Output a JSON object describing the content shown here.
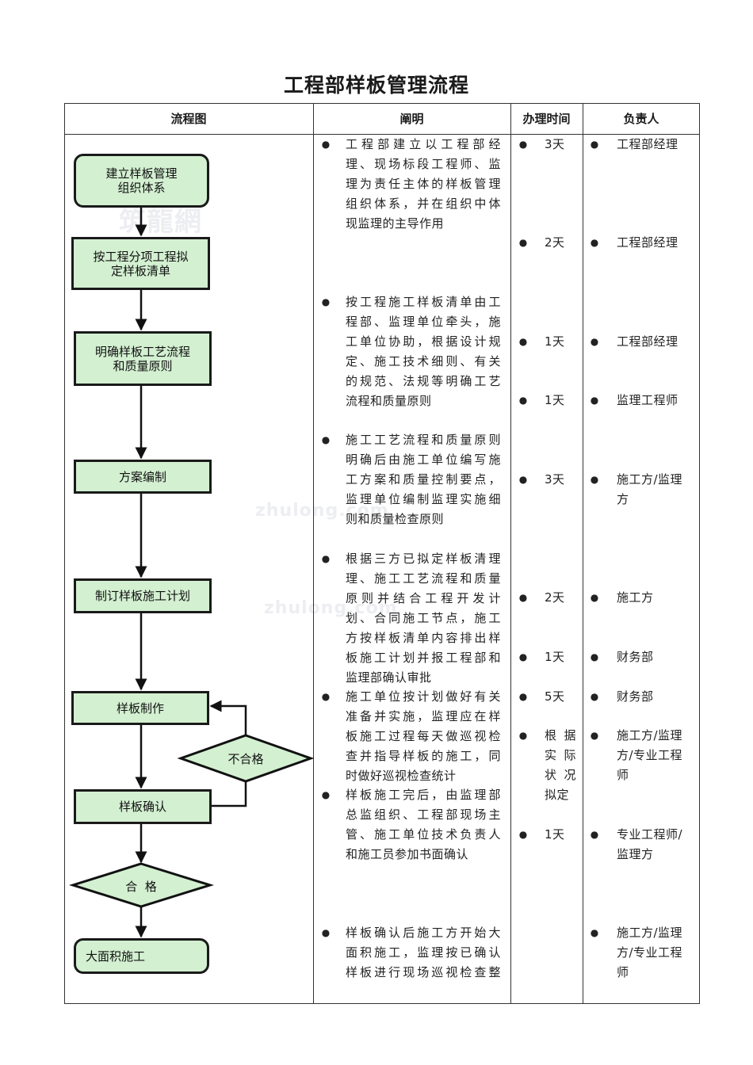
{
  "title": "工程部样板管理流程",
  "headers": [
    "流程图",
    "阐明",
    "办理时间",
    "负责人"
  ],
  "watermarks": [
    "筑龍網",
    "zhulong.com",
    "zhulong.com"
  ],
  "flow": {
    "establish": [
      "建立样板管理",
      "组织体系"
    ],
    "draft": [
      "按工程分项工程拟",
      "定样板清单"
    ],
    "clarify": [
      "明确样板工艺流程",
      "和质量原则"
    ],
    "plan_write": "方案编制",
    "schedule": "制订样板施工计划",
    "make": "样板制作",
    "fail": "不合格",
    "confirm": "样板确认",
    "pass": "合  格",
    "mass": "大面积施工"
  },
  "descriptions": [
    {
      "lines": [
        "工程部建立以工程部经",
        "理、现场标段工程师、监",
        "理为责任主体的样板管理",
        "组织体系，并在组织中体"
      ],
      "last": "现监理的主导作用"
    },
    {
      "lines": [
        "按工程施工样板清单由工",
        "程部、监理单位牵头，施",
        "工单位协助，根据设计规",
        "定、施工技术细则、有关",
        "的规范、法规等明确工艺"
      ],
      "last": "流程和质量原则"
    },
    {
      "lines": [
        "施工工艺流程和质量原则",
        "明确后由施工单位编写施",
        "工方案和质量控制要点，",
        "监理单位编制监理实施细"
      ],
      "last": "则和质量检查原则"
    },
    {
      "lines": [
        "根据三方已拟定样板清理",
        "理、施工工艺流程和质量",
        "原则并结合工程开发计",
        "划、合同施工节点，施工",
        "方按样板清单内容排出样",
        "板施工计划并报工程部和"
      ],
      "last": "监理部确认审批"
    },
    {
      "lines": [
        "施工单位按计划做好有关",
        "准备并实施，监理应在样",
        "板施工过程每天做巡视检",
        "查并指导样板的施工，同"
      ],
      "last": "时做好巡视检查统计"
    },
    {
      "lines": [
        "样板施工完后，由监理部",
        "总监组织、工程部现场主",
        "管、施工单位技术负责人"
      ],
      "last": "和施工员参加书面确认"
    },
    {
      "lines": [
        "样板确认后施工方开始大",
        "面积施工，监理按已确认",
        "样板进行现场巡视检查整"
      ],
      "last": ""
    }
  ],
  "times": [
    "3天",
    "2天",
    "1天",
    "1天",
    "3天",
    "2天",
    "1天",
    "5天",
    "根据实际状况拟定",
    "1天"
  ],
  "time_multiline": [
    "根 据",
    "实 际",
    "状 况",
    "拟定"
  ],
  "owners": [
    [
      "工程部经理"
    ],
    [
      "工程部经理"
    ],
    [
      "工程部经理"
    ],
    [
      "监理工程师"
    ],
    [
      "施工方/监理",
      "方"
    ],
    [
      "施工方"
    ],
    [
      "财务部"
    ],
    [
      "财务部"
    ],
    [
      "施工方/监理",
      "方/专业工程",
      "师"
    ],
    [
      "专业工程师/",
      "监理方"
    ],
    [
      "施工方/监理",
      "方/专业工程",
      "师"
    ]
  ],
  "colors": {
    "box_fill": "#d3f0d1",
    "border": "#1a1a1a"
  }
}
